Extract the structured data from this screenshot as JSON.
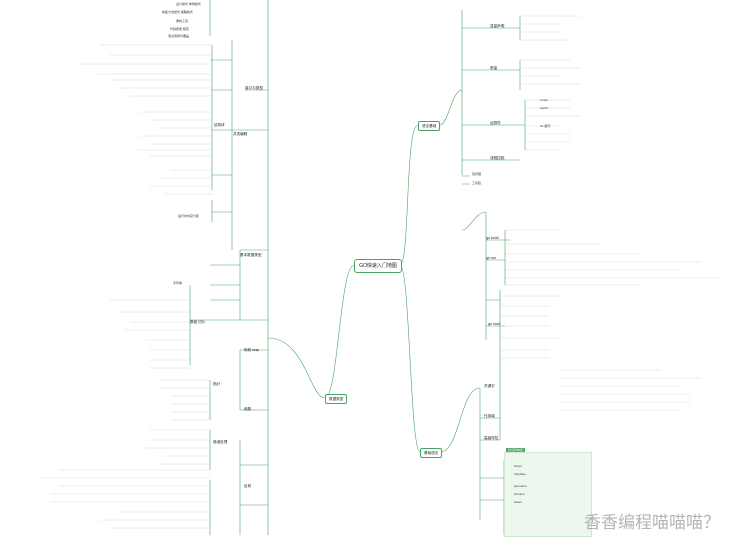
{
  "title": "GO快速入门地图",
  "watermark": "香香编程喵喵喵？",
  "colors": {
    "line": "#4aa564",
    "accent": "#4aa564",
    "text": "#333333"
  },
  "hubs": {
    "right_top": "语法基础",
    "left_mid": "数据类型",
    "right_bottom": "基础语法",
    "tag": "标识符命名"
  },
  "left_nodes": {
    "n1": "设计模式 单例模式",
    "n2": "模板方法模式 策略模式",
    "n3": "重构工具",
    "n4": "代码质量 规范",
    "n5": "测试用例与覆盖",
    "n6": "接口与类型",
    "n7": "结构体",
    "n8": "并发编程",
    "n9": "运行时内存分配",
    "n10": "基本数据类型",
    "n11": "字符串",
    "n12": "数组 切片",
    "n13": "映射 map",
    "n14": "指针",
    "n15": "函数",
    "n16": "错误处理",
    "n17": "反射"
  },
  "right_nodes": {
    "r1": "变量声明",
    "r2": "常量",
    "r3": "运算符",
    "r4": "流程控制",
    "r5": "if else",
    "r6": "switch",
    "r7": "for 循环",
    "r8": "包管理",
    "r9": "工具链",
    "r10": "go build",
    "r11": "go run",
    "r12": "go mod",
    "r13": "关键字",
    "r14": "作用域",
    "r15": "高级特性",
    "r16": "Struct",
    "r17": "Interface",
    "r18": "goroutine",
    "r19": "channel",
    "r20": "select"
  }
}
